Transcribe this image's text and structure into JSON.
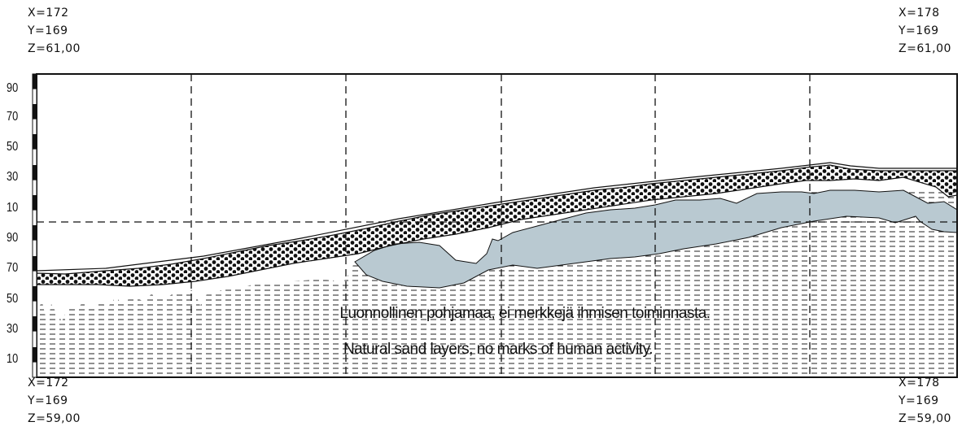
{
  "corners": {
    "top_left": {
      "x": "X=172",
      "y": "Y=169",
      "z": "Z=61,00"
    },
    "top_right": {
      "x": "X=178",
      "y": "Y=169",
      "z": "Z=61,00"
    },
    "bottom_left": {
      "x": "X=172",
      "y": "Y=169",
      "z": "Z=59,00"
    },
    "bottom_right": {
      "x": "X=178",
      "y": "Y=169",
      "z": "Z=59,00"
    }
  },
  "scale_labels": [
    "90",
    "70",
    "50",
    "30",
    "10",
    "90",
    "70",
    "50",
    "30",
    "10"
  ],
  "captions": {
    "finnish": "Luonnollinen pohjamaa, ei merkkejä ihmisen toiminnasta.",
    "english": "Natural sand  layers, no marks of human activity."
  },
  "colors": {
    "grey_layer": "#b9c9d1",
    "line": "#111111",
    "background": "#ffffff"
  }
}
